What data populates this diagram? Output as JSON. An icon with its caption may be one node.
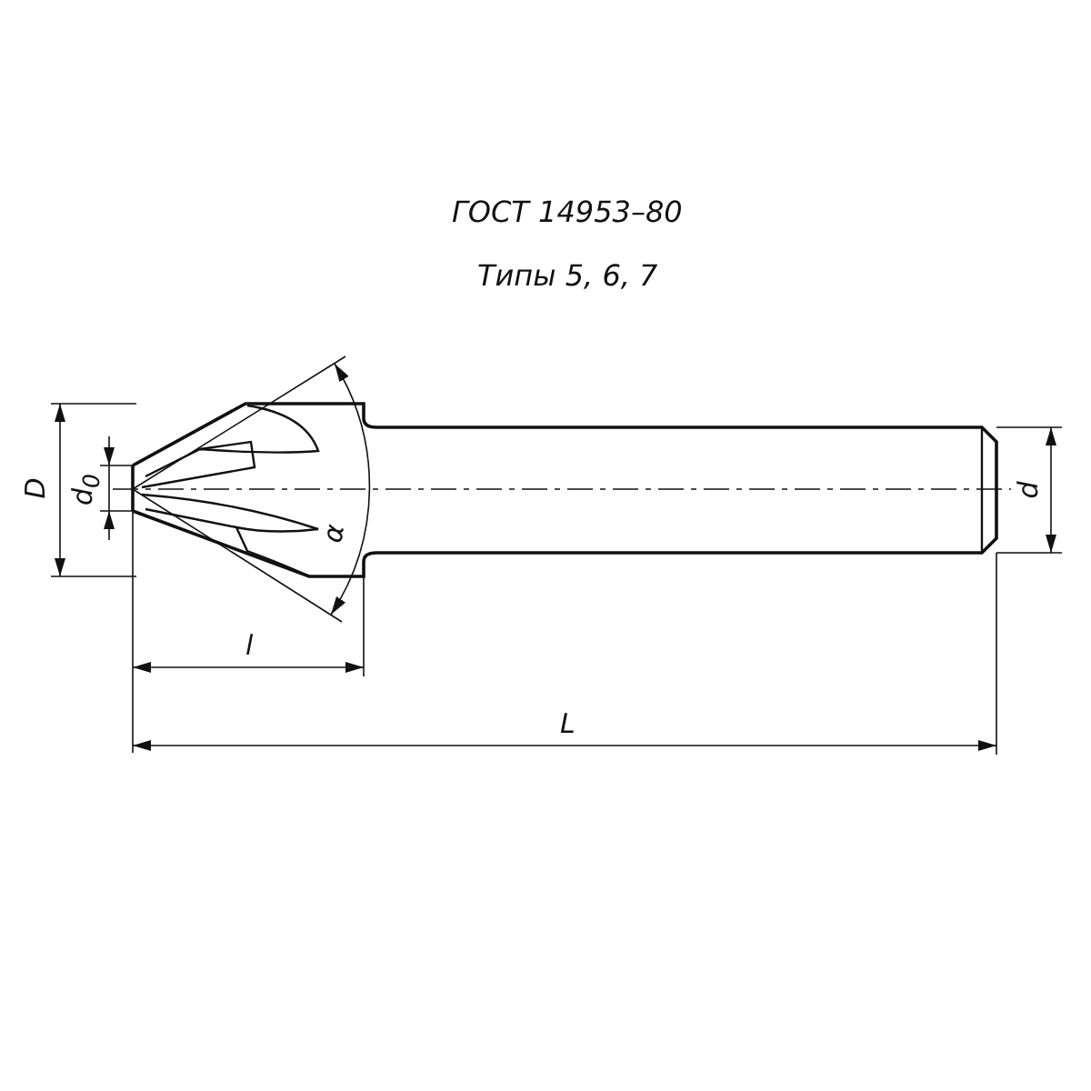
{
  "diagram": {
    "title": "ГОСТ 14953–80",
    "caption": "Типы 5, 6, 7",
    "labels": [
      "D",
      "d$_{0}$",
      "α",
      "d",
      "l",
      "L"
    ]
  }
}
